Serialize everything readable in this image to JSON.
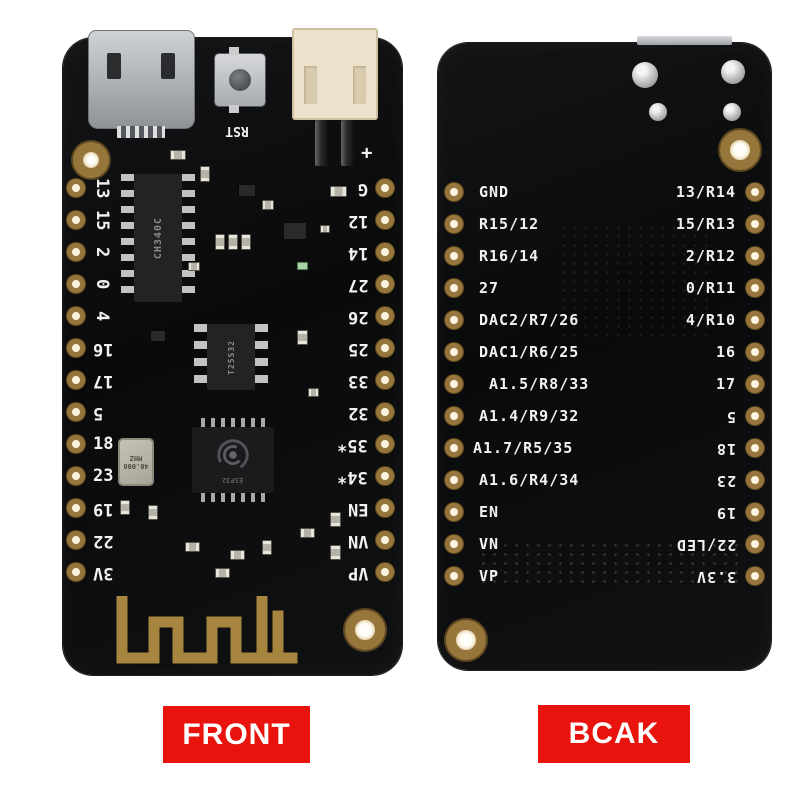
{
  "scene": {
    "background": "#ffffff"
  },
  "captions": {
    "front": "FRONT",
    "back": "BCAK",
    "bg_color": "#e8130c",
    "text_color": "#ffffff"
  },
  "front_board": {
    "left_pins": [
      "13",
      "15",
      "2",
      "0",
      "4",
      "16",
      "17",
      "5",
      "18",
      "23",
      "19",
      "22",
      "3V"
    ],
    "right_pins": [
      "G",
      "12",
      "14",
      "27",
      "26",
      "25",
      "33",
      "32",
      "35*",
      "34*",
      "EN",
      "VN",
      "VP"
    ],
    "silk": {
      "reset": "RST",
      "battery_plus": "+"
    },
    "chips": {
      "usb_uart": "CH340C",
      "flash": "T25S32",
      "soc": "ESP32",
      "crystal": "40.000 MHZ"
    }
  },
  "back_board": {
    "left_pins": [
      "GND",
      "R15/12",
      "R16/14",
      "27",
      "DAC2/R7/26",
      "DAC1/R6/25",
      "A1.5/R8/33",
      "A1.4/R9/32",
      "A1.7/R5/35",
      "A1.6/R4/34",
      "EN",
      "VN",
      "VP"
    ],
    "right_pins": [
      "13/R14",
      "15/R13",
      "2/R12",
      "0/R11",
      "4/R10",
      "16",
      "17",
      "5",
      "18",
      "23",
      "19",
      "22/LED",
      "3.3V"
    ]
  },
  "palette": {
    "board_black": "#0d0d0e",
    "pad_ring_gold": "#96763c",
    "pad_hole": "#fdf4df",
    "antenna_gold": "#a7853e",
    "silk_white": "#f2f2f2",
    "usb_silver": "#aeb1b5",
    "jst_cream": "#ece1cb",
    "caption_red": "#e8130c"
  }
}
